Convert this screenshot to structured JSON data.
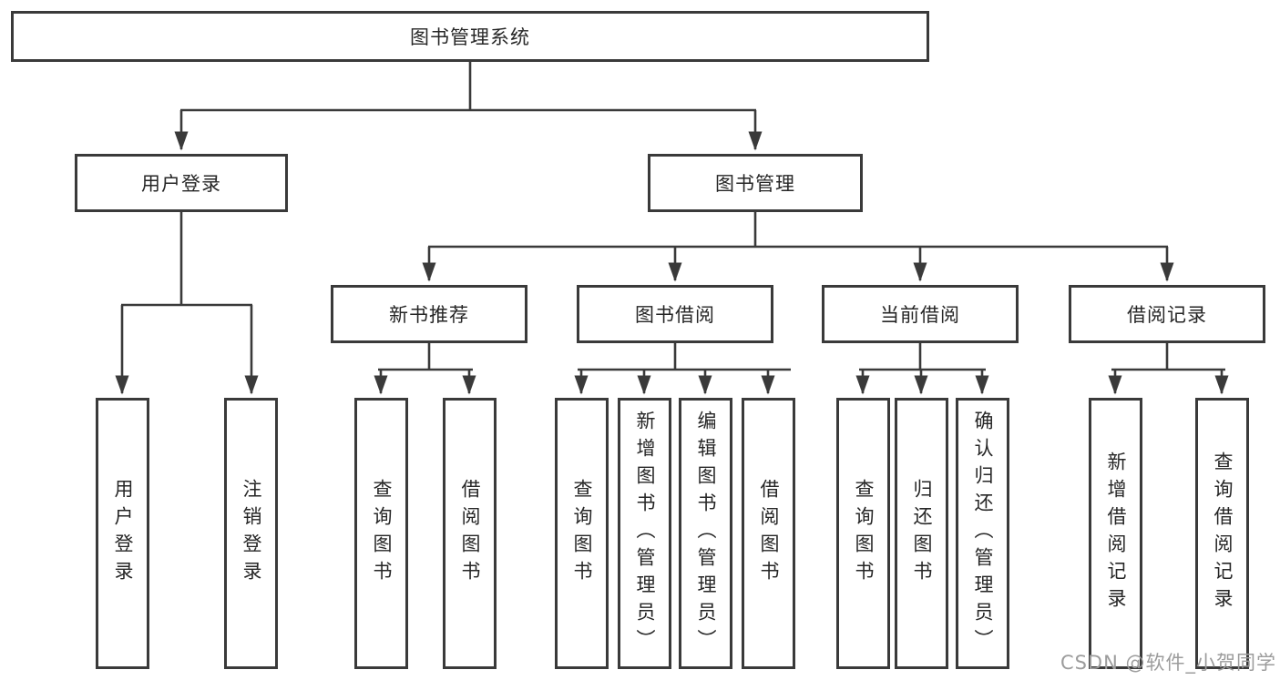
{
  "root": {
    "label": "图书管理系统"
  },
  "level2": {
    "user_login": {
      "label": "用户登录"
    },
    "book_mgmt": {
      "label": "图书管理"
    }
  },
  "level3": {
    "new_books": {
      "label": "新书推荐"
    },
    "book_borrow": {
      "label": "图书借阅"
    },
    "current_borrow": {
      "label": "当前借阅"
    },
    "borrow_records": {
      "label": "借阅记录"
    }
  },
  "leaves": {
    "user_login_login": "用户登录",
    "user_login_logout": "注销登录",
    "new_books_query": "查询图书",
    "new_books_borrow": "借阅图书",
    "book_borrow_query": "查询图书",
    "book_borrow_add": "新增图书（管理员）",
    "book_borrow_edit": "编辑图书（管理员）",
    "book_borrow_borrow": "借阅图书",
    "current_query": "查询图书",
    "current_return": "归还图书",
    "current_confirm": "确认归还（管理员）",
    "records_add": "新增借阅记录",
    "records_query": "查询借阅记录"
  },
  "watermark": {
    "text": "CSDN @软件_小贺同学"
  },
  "colors": {
    "line": "#3a3a3a",
    "box_border": "#3a3a3a",
    "text": "#262626",
    "watermark": "#9c9c9c",
    "background": "#ffffff"
  }
}
